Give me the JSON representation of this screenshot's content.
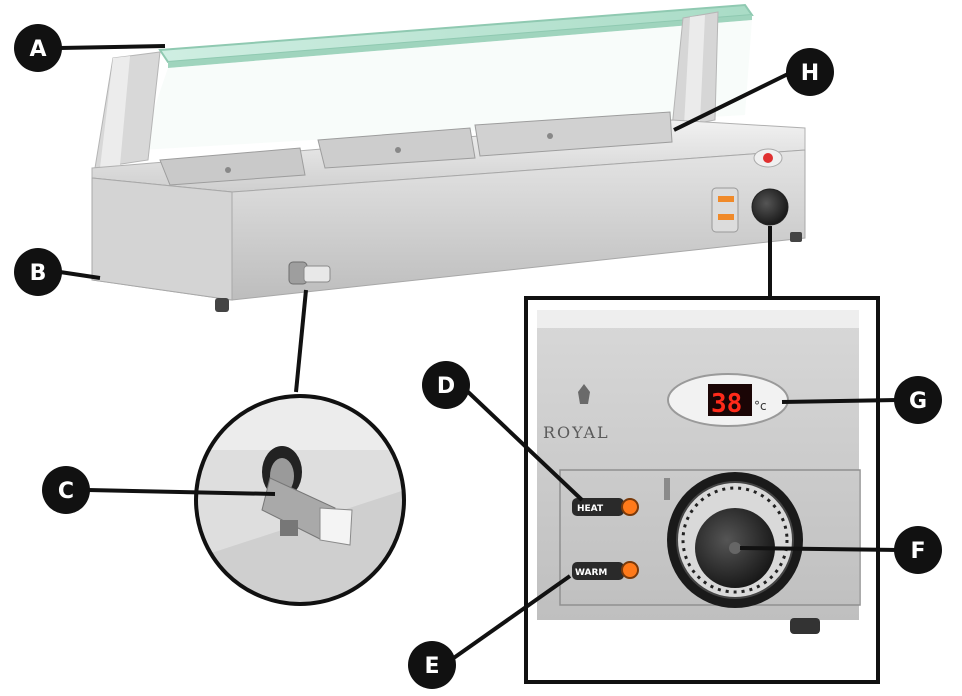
{
  "callouts": {
    "a": "A",
    "b": "B",
    "c": "C",
    "d": "D",
    "e": "E",
    "f": "F",
    "g": "G",
    "h": "H"
  },
  "panel": {
    "brand": "ROYAL",
    "display_value": "38",
    "display_unit": "°c",
    "heat_label": "HEAT",
    "warm_label": "WARM"
  },
  "colors": {
    "callout_fill": "#111111",
    "indicator_orange": "#ff7a1a",
    "display_red": "#ff2a1a",
    "steel": "#d9d9d9"
  }
}
